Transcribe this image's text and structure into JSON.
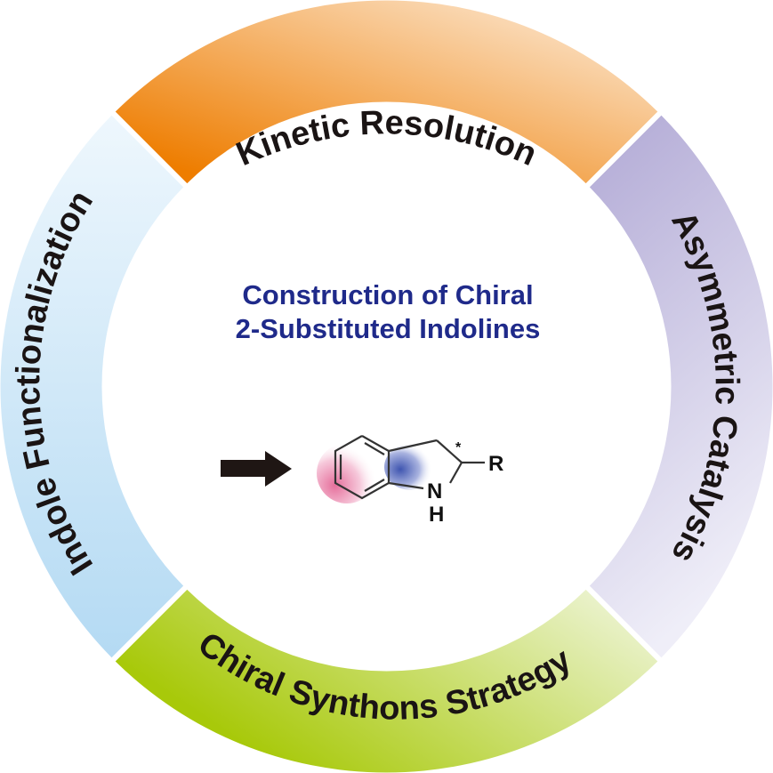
{
  "diagram": {
    "center_title": {
      "line1": "Construction of Chiral",
      "line2": "2-Substituted Indolines",
      "color": "#1f2a8a"
    },
    "segments": [
      {
        "id": "top",
        "label": "Kinetic Resolution",
        "colors": [
          "#ee7d00",
          "#fdebd6"
        ]
      },
      {
        "id": "right",
        "label": "Asymmetric Catalysis",
        "colors": [
          "#b3abd6",
          "#ecebf6"
        ]
      },
      {
        "id": "bottom",
        "label": "Chiral Synthons Strategy",
        "colors": [
          "#a8c90a",
          "#eef4d8"
        ]
      },
      {
        "id": "left",
        "label": "Indole Functionalization",
        "colors": [
          "#b6dcf4",
          "#e8f4fc"
        ]
      }
    ],
    "molecule": {
      "name": "2-substituted indoline",
      "substituent": "R",
      "stereocenter_mark": "*",
      "nitrogen": "N",
      "hydrogen": "H"
    },
    "arrow_icon": "right-arrow-icon"
  }
}
